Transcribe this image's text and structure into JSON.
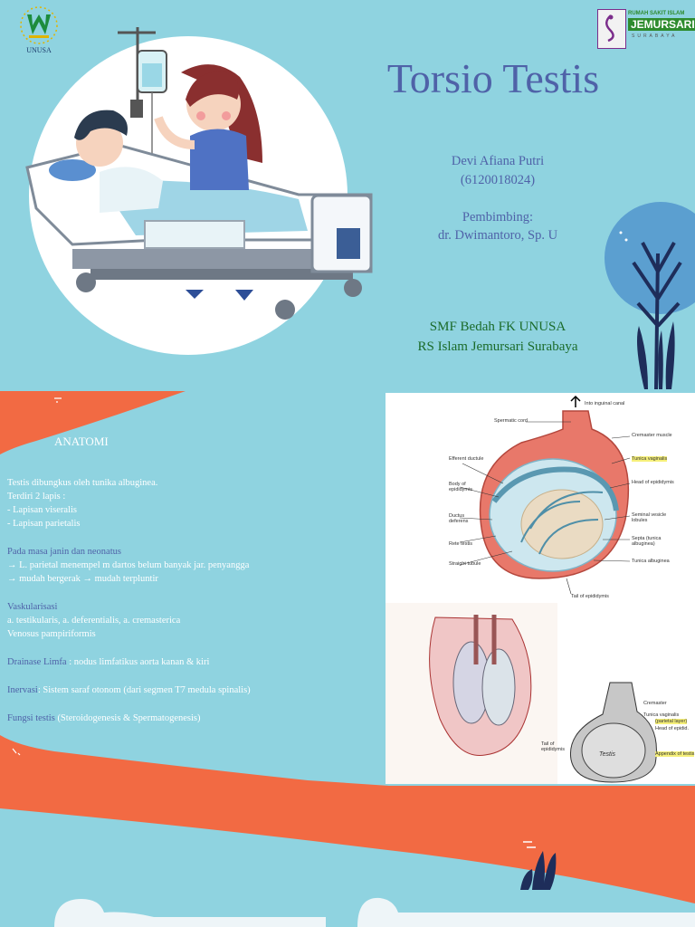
{
  "slide1": {
    "title": "Torsio Testis",
    "author_name": "Devi Afiana Putri",
    "author_id": "(6120018024)",
    "supervisor_label": "Pembimbing:",
    "supervisor_name": "dr. Dwimantoro, Sp. U",
    "dept": "SMF Bedah FK UNUSA",
    "hospital": "RS Islam Jemursari Surabaya",
    "logo_left_text": "UNUSA",
    "logo_right": {
      "line1": "RUMAH SAKIT ISLAM",
      "line2": "JEMURSARI",
      "line3": "SURABAYA"
    }
  },
  "slide2": {
    "heading": "ANATOMI",
    "lines": {
      "l1": "Testis dibungkus oleh tunika albuginea.",
      "l2": "Terdiri 2 lapis :",
      "l3": "-    Lapisan viseralis",
      "l4": "-    Lapisan parietalis",
      "l5": "Pada masa janin dan neonatus",
      "l6": "→ L. parietal menempel m dartos belum banyak jar. penyangga",
      "l7": "→ mudah bergerak → mudah terpluntir",
      "l8": "Vaskularisasi",
      "l9": "a. testikularis, a. deferentialis, a. cremasterica",
      "l10": "Venosus pampiriformis",
      "l11a": "Drainase Limfa",
      "l11b": ": nodus limfatikus aorta kanan & kiri",
      "l12a": "Inervasi",
      "l12b": ": Sistem saraf otonom (dari segmen T7 medula spinalis)",
      "l13a": "Fungsi testis",
      "l13b": " (Steroidogenesis & Spermatogenesis)"
    },
    "figure_labels": {
      "inguinal": "Into inguinal canal",
      "spermatic_cord": "Spermatic cord",
      "cremaster": "Cremaster muscle",
      "tunica_vaginalis": "Tunica vaginalis",
      "efferent": "Efferent ductule",
      "head_epididymis": "Head of epididymis",
      "body_epididymis": "Body of epididymis",
      "seminal": "Seminal vesicle lobules",
      "ductus": "Ductus deferens",
      "septa": "Septa (tunica albuginea)",
      "rete": "Rete testis",
      "straight": "Straight tubule",
      "albuginea": "Tunica albuginea",
      "tail": "Tail of epididymis",
      "cremaster2": "Cremaster",
      "tv2": "Tunica vaginalis",
      "tv3": "(parietal layer)",
      "head2": "Head of epidid.",
      "tail2": "Tail of epididymis",
      "testis": "Testis",
      "app": "Appendix of testis"
    }
  },
  "colors": {
    "background": "#8fd3e0",
    "accent": "#f26a43",
    "title_blue": "#4f62a8",
    "green": "#1b6b2a",
    "navy": "#1e2d5a"
  }
}
